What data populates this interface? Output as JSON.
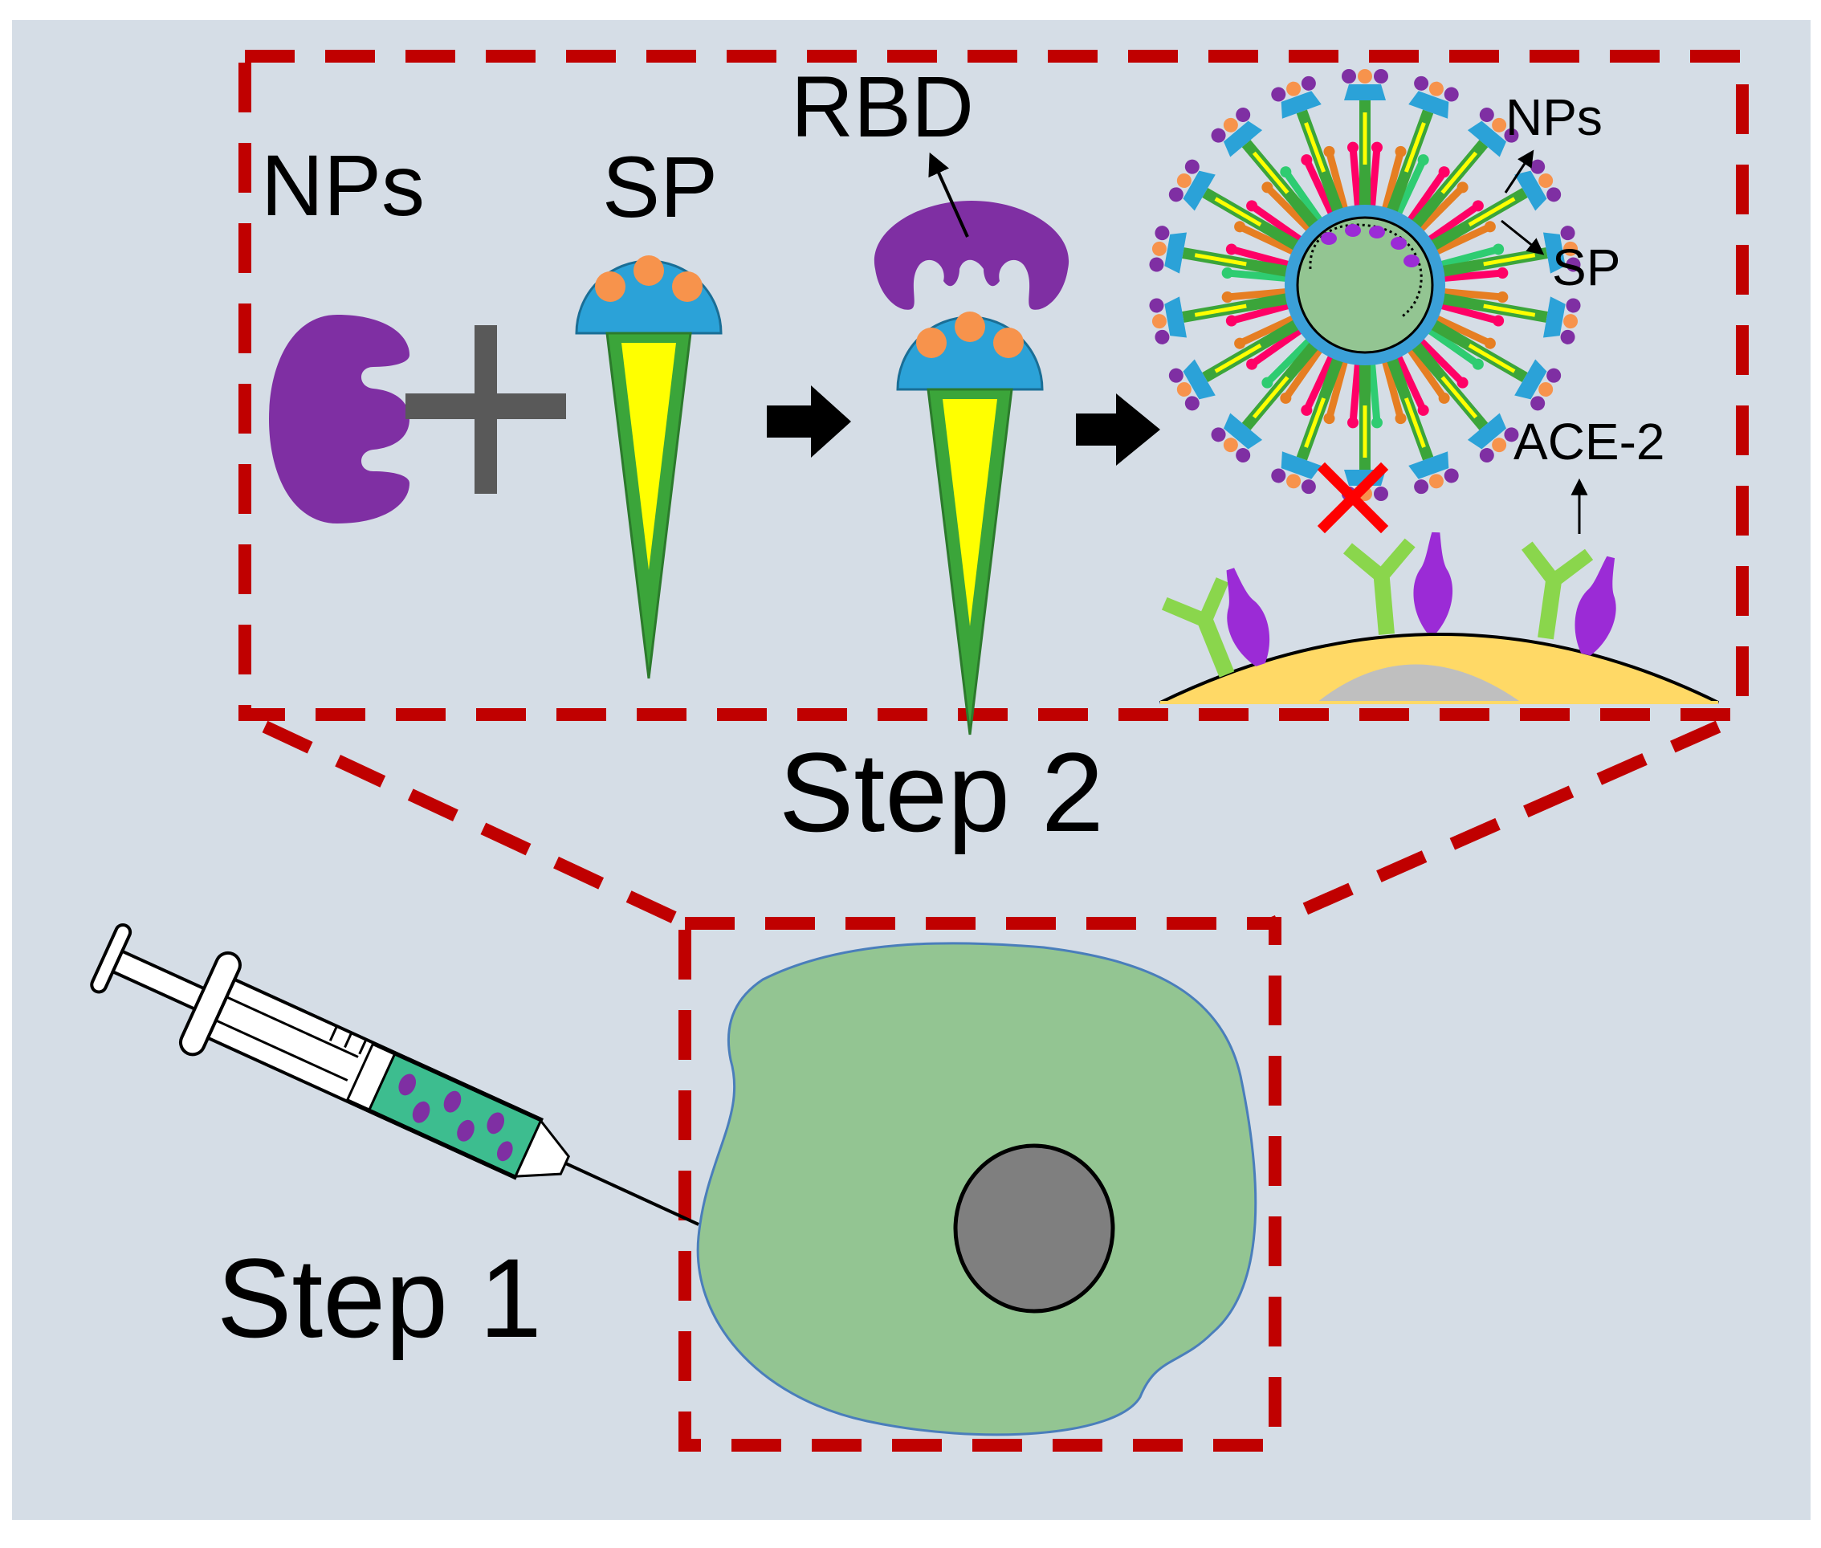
{
  "labels": {
    "nps_left": "NPs",
    "sp_top": "SP",
    "rbd": "RBD",
    "nps_virus": "NPs",
    "sp_virus": "SP",
    "ace2": "ACE-2",
    "step2": "Step 2",
    "step1": "Step 1"
  },
  "colors": {
    "background": "#d5dde6",
    "dashed_border": "#c00000",
    "nanoparticle_purple": "#7f2fa3",
    "spike_head_blue": "#2ba2d8",
    "spike_bead_orange": "#f7934c",
    "spike_stalk_green": "#3ba53a",
    "spike_core_yellow": "#ffff00",
    "cell_green": "#93c592",
    "nucleus_gray": "#7f7f7f",
    "host_cell_yellow": "#ffd966",
    "receptor_green": "#8ad64c",
    "inhibit_cross_red": "#ff0000",
    "plus_gray": "#595959"
  },
  "icons": {
    "nanoparticle": "nanoparticle-icon",
    "spike_protein": "spike-protein-icon",
    "plus": "plus-icon",
    "arrow": "right-arrow-icon",
    "virus": "coronavirus-icon",
    "syringe": "syringe-icon",
    "cell": "cell-icon",
    "inhibition": "cross-mark-icon"
  }
}
